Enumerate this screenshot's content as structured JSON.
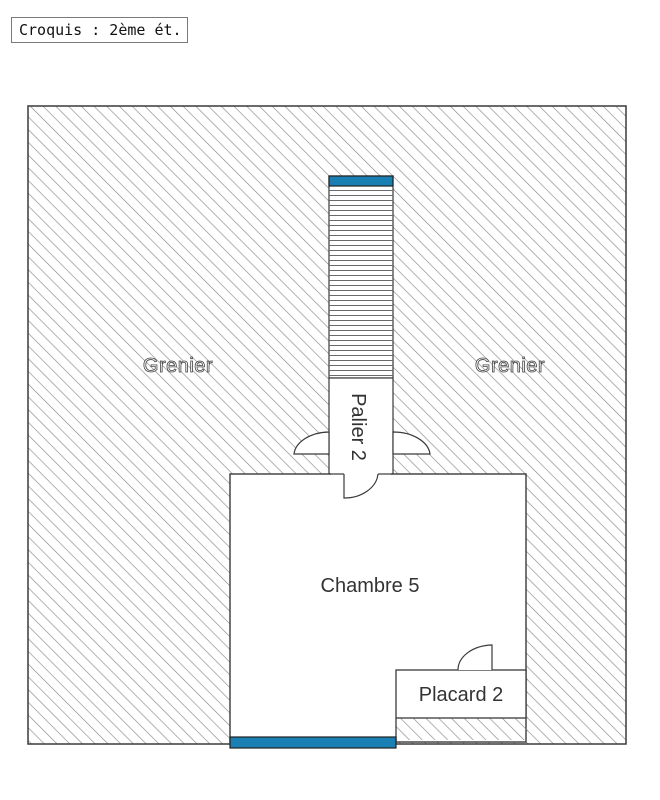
{
  "caption": "Croquis : 2ème ét.",
  "rooms": {
    "attic_left": "Grenier",
    "attic_right": "Grenier",
    "landing": "Palier 2",
    "bedroom": "Chambre 5",
    "closet": "Placard 2"
  },
  "colors": {
    "window": "#1a7fb2",
    "walls": "#3a3a3a",
    "hatch": "#8a8a8a",
    "stairs": "#6a6a6a"
  }
}
